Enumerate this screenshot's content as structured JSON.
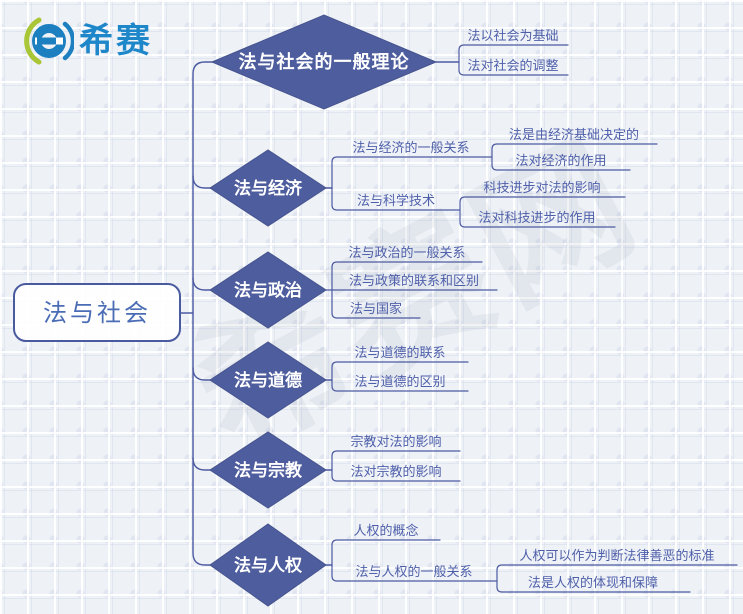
{
  "logo": {
    "brand": "希赛"
  },
  "watermark": {
    "text": "希赛网"
  },
  "root": {
    "label": "法与社会"
  },
  "branches": [
    {
      "label": "法与社会的一般理论",
      "children": [
        {
          "label": "法以社会为基础"
        },
        {
          "label": "法对社会的调整"
        }
      ]
    },
    {
      "label": "法与经济",
      "children": [
        {
          "label": "法与经济的一般关系",
          "children": [
            {
              "label": "法是由经济基础决定的"
            },
            {
              "label": "法对经济的作用"
            }
          ]
        },
        {
          "label": "法与科学技术",
          "children": [
            {
              "label": "科技进步对法的影响"
            },
            {
              "label": "法对科技进步的作用"
            }
          ]
        }
      ]
    },
    {
      "label": "法与政治",
      "children": [
        {
          "label": "法与政治的一般关系"
        },
        {
          "label": "法与政策的联系和区别"
        },
        {
          "label": "法与国家"
        }
      ]
    },
    {
      "label": "法与道德",
      "children": [
        {
          "label": "法与道德的联系"
        },
        {
          "label": "法与道德的区别"
        }
      ]
    },
    {
      "label": "法与宗教",
      "children": [
        {
          "label": "宗教对法的影响"
        },
        {
          "label": "法对宗教的影响"
        }
      ]
    },
    {
      "label": "法与人权",
      "children": [
        {
          "label": "人权的概念"
        },
        {
          "label": "法与人权的一般关系",
          "children": [
            {
              "label": "人权可以作为判断法律善恶的标准"
            },
            {
              "label": "法是人权的体现和保障"
            }
          ]
        }
      ]
    }
  ],
  "colors": {
    "diamond": "#4e5d9e",
    "diamond-stroke": "#46548e",
    "line": "#4c5ba2",
    "topic-text": "#4f60aa",
    "root-border": "#4a5a9e",
    "root-text": "#4a6cb5",
    "brand-blue": "#1e87c9",
    "logo-blue": "#1c7fc0",
    "brand-green": "#a9c636",
    "bg": "#eef1f6"
  }
}
